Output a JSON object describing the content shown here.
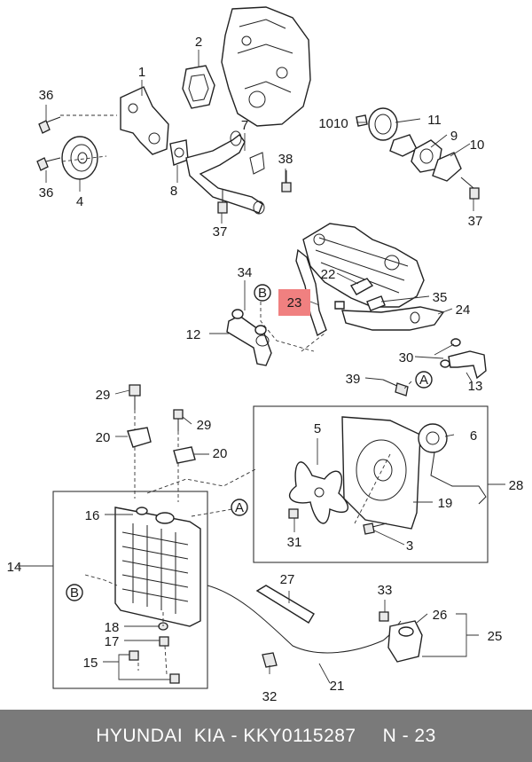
{
  "callouts": {
    "c1": "1",
    "c2": "2",
    "c3": "3",
    "c4": "4",
    "c5": "5",
    "c6": "6",
    "c7": "7",
    "c8": "8",
    "c9": "9",
    "c10": "10",
    "c11": "11",
    "c12": "12",
    "c13": "13",
    "c14": "14",
    "c15": "15",
    "c16": "16",
    "c17": "17",
    "c18": "18",
    "c19": "19",
    "c20a": "20",
    "c20b": "20",
    "c21": "21",
    "c22": "22",
    "c23": "23",
    "c24": "24",
    "c25": "25",
    "c26": "26",
    "c27": "27",
    "c28": "28",
    "c29a": "29",
    "c29b": "29",
    "c30": "30",
    "c31": "31",
    "c32": "32",
    "c33": "33",
    "c34": "34",
    "c35": "35",
    "c36a": "36",
    "c36b": "36",
    "c37a": "37",
    "c37b": "37",
    "c38": "38",
    "c39": "39",
    "c1010": "1010"
  },
  "refs": {
    "a_right": "A",
    "a_mid": "A",
    "b_top": "B",
    "b_left": "B"
  },
  "highlight_color": "#f08080",
  "footer": {
    "brand": "HYUNDAI  KIA",
    "separator": " - ",
    "part_number": "KKY0115287",
    "page": "N - 23"
  }
}
